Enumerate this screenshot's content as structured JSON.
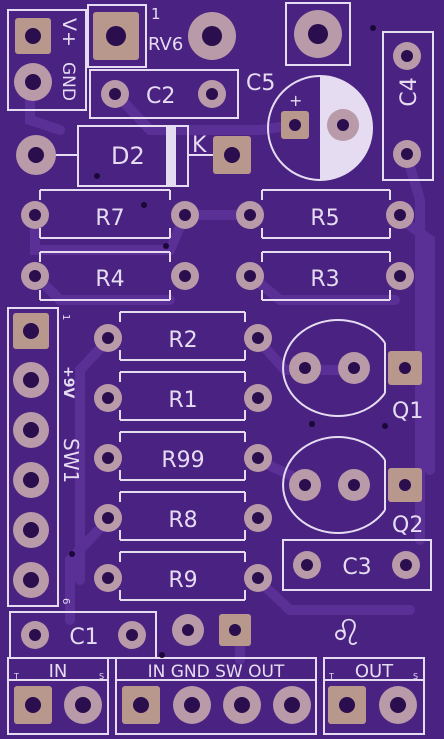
{
  "board": {
    "colors": {
      "board": "#4a2282",
      "copper_trace": "#5a2f96",
      "silk": "#e6dcf2",
      "pad": "#b89aa8",
      "hole": "#2a0e4e",
      "square_pad": "#b8988c"
    }
  },
  "labels": {
    "power": "V+",
    "ground": "GND",
    "pot_pin": "1",
    "pot": "RV6",
    "c5": "C5",
    "c5_plus": "+",
    "c4": "C4",
    "c2": "C2",
    "d2": "D2",
    "d2_k": "K",
    "r7": "R7",
    "r5": "R5",
    "r4": "R4",
    "r3": "R3",
    "r2": "R2",
    "r1": "R1",
    "r99": "R99",
    "r8": "R8",
    "r9": "R9",
    "q1": "Q1",
    "q2": "Q2",
    "c3": "C3",
    "c1": "C1",
    "sw1": "SW1",
    "sw_pin_top": "1",
    "sw_pin_bottom": "6",
    "sw_volt": "+9V",
    "leo": "♌",
    "in_left": "IN",
    "in_left_t": "T",
    "in_left_s": "S",
    "in_gnd_sw_out": "IN GND SW OUT",
    "out_right": "OUT",
    "out_t": "T",
    "out_s": "S"
  }
}
